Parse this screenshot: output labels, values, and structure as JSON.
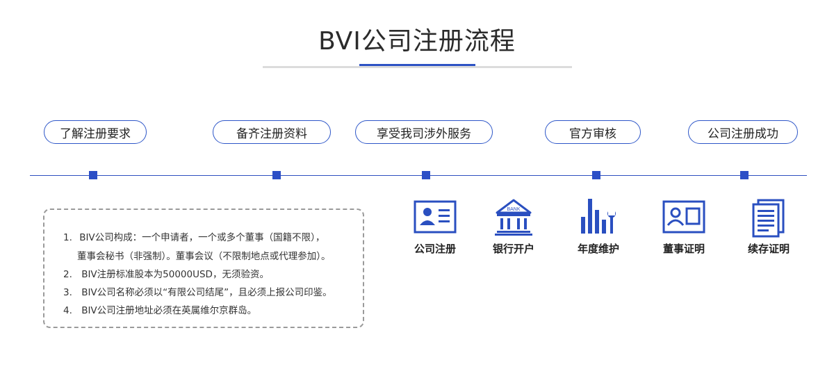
{
  "title": "BVI公司注册流程",
  "steps": [
    {
      "label": "了解注册要求"
    },
    {
      "label": "备齐注册资料"
    },
    {
      "label": "享受我司涉外服务"
    },
    {
      "label": "官方审核"
    },
    {
      "label": "公司注册成功"
    }
  ],
  "info": {
    "items": [
      {
        "num": "1.",
        "text": "BIV公司构成：一个申请者，一个或多个董事（国籍不限），"
      },
      {
        "num": "",
        "text": "董事会秘书（非强制）。董事会议（不限制地点或代理参加）。"
      },
      {
        "num": "2.",
        "text": "BIV注册标准股本为50000USD，无须验资。"
      },
      {
        "num": "3.",
        "text": "BIV公司名称必须以“有限公司结尾”，且必须上报公司印鉴。"
      },
      {
        "num": "4.",
        "text": "BIV公司注册地址必须在英属维尔京群岛。"
      }
    ]
  },
  "services": [
    {
      "label": "公司注册",
      "icon": "id-card-icon"
    },
    {
      "label": "银行开户",
      "icon": "bank-icon",
      "icon_text": "BANK"
    },
    {
      "label": "年度维护",
      "icon": "maintenance-chart-icon"
    },
    {
      "label": "董事证明",
      "icon": "certificate-icon"
    },
    {
      "label": "续存证明",
      "icon": "document-icon"
    }
  ],
  "colors": {
    "accent": "#2d52c4",
    "text": "#222222",
    "dashed_border": "#9a9a9a"
  }
}
